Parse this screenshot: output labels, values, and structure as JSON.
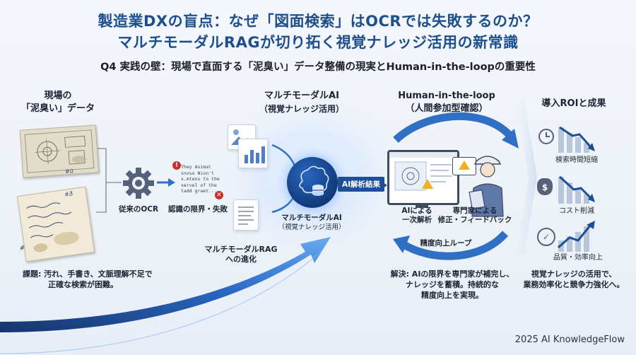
{
  "title": {
    "line1": "製造業DXの盲点：なぜ「図面検索」はOCRでは失敗するのか？",
    "line2": "マルチモーダルRAGが切り拓く視覚ナレッジ活用の新常識"
  },
  "subtitle": "Q4 実践の壁：現場で直面する「泥臭い」データ整備の現実とHuman-in-the-loopの重要性",
  "left": {
    "heading_line1": "現場の",
    "heading_line2": "「泥臭い」データ",
    "ocr_label": "従来のOCR",
    "fail_label": "認識の限界・失敗",
    "issue_line1": "課題: 汚れ、手書き、文脈理解不足で",
    "issue_line2": "正確な検索が困難。",
    "garbled_text": [
      "They  Asimal",
      "snoso Nion't",
      "s.mtens to the",
      "servel of the",
      "tadd graet..."
    ],
    "hand_notes": [
      "#3̸",
      "#0",
      "#̸̸"
    ]
  },
  "center": {
    "heading_line1": "マルチモーダルAI",
    "heading_line2": "（視覚ナレッジ活用）",
    "brain_label_line1": "マルチモーダルAI",
    "brain_label_line2": "（視覚ナレッジ活用）",
    "evolution_line1": "マルチモーダルRAG",
    "evolution_line2": "への進化",
    "result_pill": "AI解析結果"
  },
  "hitl": {
    "heading_line1": "Human-in-the-loop",
    "heading_line2": "（人間参加型確認）",
    "ai_first_line1": "AIによる",
    "ai_first_line2": "一次解析",
    "expert_line1": "専門家による",
    "expert_line2": "修正・フィードバック",
    "loop_label": "精度向上ループ",
    "solution_line1": "解決: AIの限界を専門家が補完し、",
    "solution_line2": "ナレッジを蓄積。持続的な",
    "solution_line3": "精度向上を実現。"
  },
  "roi": {
    "heading": "導入ROIと成果",
    "item1": "検索時間短縮",
    "item2": "コスト削減",
    "item3": "品質・効率向上",
    "summary_line1": "視覚ナレッジの活用で、",
    "summary_line2": "業務効率化と競争力強化へ。"
  },
  "footer": "2025 AI KnowledgeFlow",
  "colors": {
    "title": "#1d4f8f",
    "arrow_blue": "#2f6fc4",
    "alert_red": "#c9302c",
    "warning_yellow": "#f2b01e",
    "dark_navy": "#0f2f5f"
  }
}
